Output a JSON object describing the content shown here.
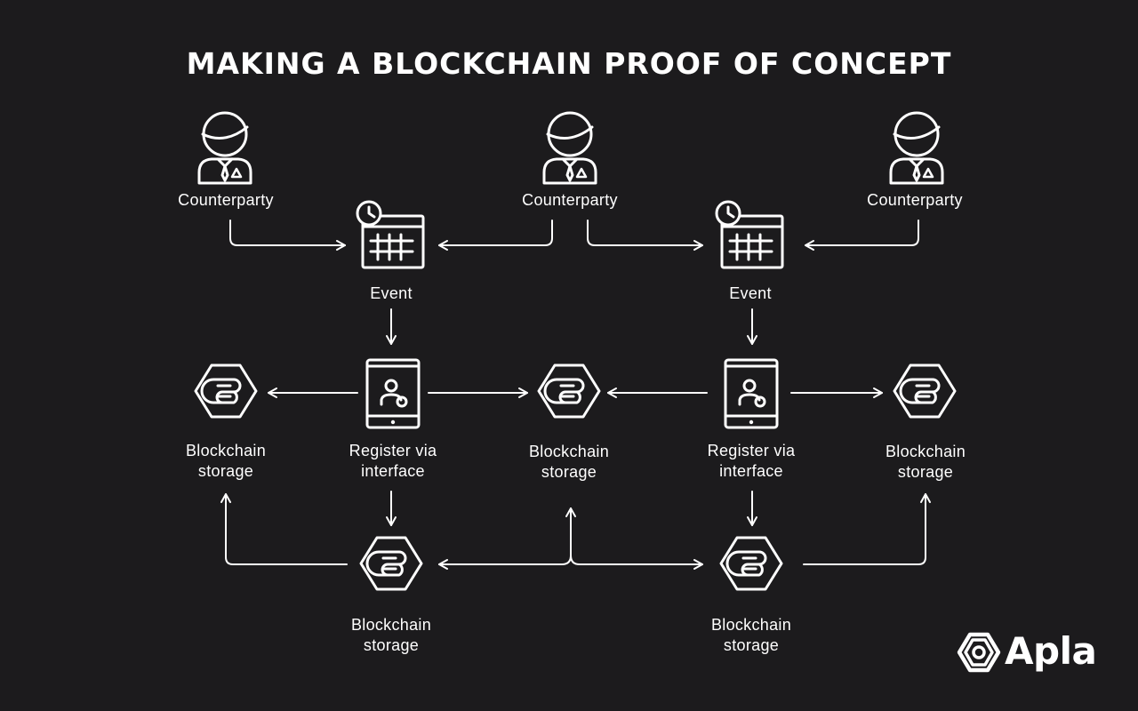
{
  "title": "MAKING A BLOCKCHAIN PROOF OF CONCEPT",
  "nodes": {
    "counterparty_1": "Counterparty",
    "counterparty_2": "Counterparty",
    "counterparty_3": "Counterparty",
    "event_1": "Event",
    "event_2": "Event",
    "register_1": [
      "Register via",
      "interface"
    ],
    "register_2": [
      "Register via",
      "interface"
    ],
    "storage_left": [
      "Blockchain",
      "storage"
    ],
    "storage_center": [
      "Blockchain",
      "storage"
    ],
    "storage_right": [
      "Blockchain",
      "storage"
    ],
    "storage_bottom_1": [
      "Blockchain",
      "storage"
    ],
    "storage_bottom_2": [
      "Blockchain",
      "storage"
    ]
  },
  "brand": {
    "name": "Apla",
    "icon": "apla-logo-icon"
  },
  "colors": {
    "background": "#1c1b1d",
    "foreground": "#ffffff"
  }
}
